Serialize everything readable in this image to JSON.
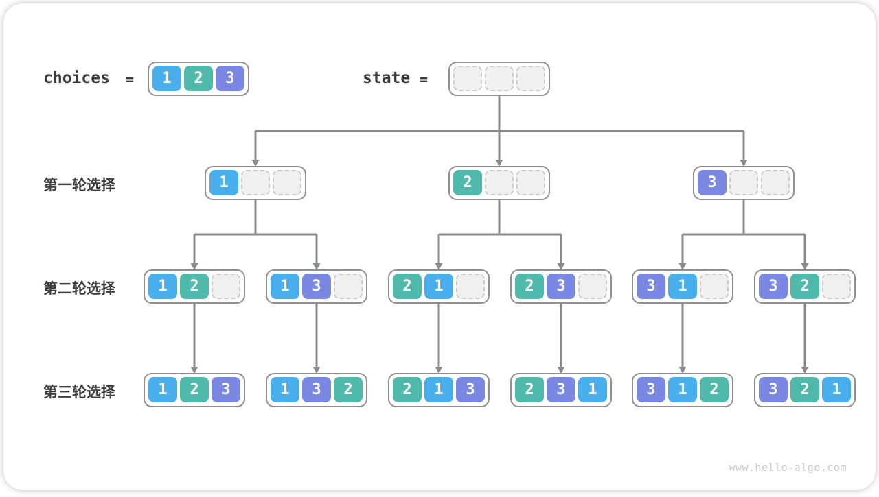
{
  "diagram": {
    "choices": {
      "label": "choices",
      "equals": "=",
      "cells": [
        1,
        2,
        3
      ]
    },
    "state": {
      "label": "state",
      "equals": "=",
      "cells": [
        null,
        null,
        null
      ]
    },
    "rows": [
      {
        "label": "第一轮选择",
        "nodes": [
          [
            1,
            null,
            null
          ],
          [
            2,
            null,
            null
          ],
          [
            3,
            null,
            null
          ]
        ]
      },
      {
        "label": "第二轮选择",
        "nodes": [
          [
            1,
            2,
            null
          ],
          [
            1,
            3,
            null
          ],
          [
            2,
            1,
            null
          ],
          [
            2,
            3,
            null
          ],
          [
            3,
            1,
            null
          ],
          [
            3,
            2,
            null
          ]
        ]
      },
      {
        "label": "第三轮选择",
        "nodes": [
          [
            1,
            2,
            3
          ],
          [
            1,
            3,
            2
          ],
          [
            2,
            1,
            3
          ],
          [
            2,
            3,
            1
          ],
          [
            3,
            1,
            2
          ],
          [
            3,
            2,
            1
          ]
        ]
      }
    ],
    "colors": {
      "1": "#49aeec",
      "2": "#4fb9ab",
      "3": "#7a88e4",
      "connector": "#8a8a8a",
      "node_border": "#8f8f8f",
      "empty_fill": "#f0f0f0",
      "empty_border": "#cccccc",
      "label_text": "#3f3f3f"
    },
    "watermark": "www.hello-algo.com"
  }
}
